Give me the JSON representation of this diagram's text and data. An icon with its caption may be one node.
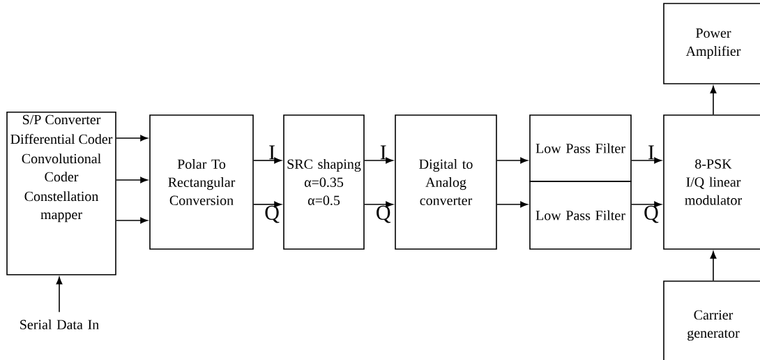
{
  "diagram": {
    "nodes": [
      {
        "text": [
          "S/P Converter",
          "Differential Coder",
          "Convolutional Coder",
          "Constellation mapper"
        ]
      },
      {
        "text": [
          "Serial Data In"
        ]
      },
      {
        "text": [
          "Polar To Rectangular Conversion"
        ]
      },
      {
        "text": [
          "SRC shaping α=0.35 α=0.5"
        ]
      },
      {
        "text": [
          "Digital to Analog converter"
        ]
      },
      {
        "text": [
          "Low Pass Filter"
        ]
      },
      {
        "text": [
          "Low Pass Filter"
        ]
      },
      {
        "text": [
          "8-PSK I/Q linear modulator"
        ]
      },
      {
        "text": [
          "Power Amplifier"
        ]
      },
      {
        "text": [
          "Carrier generator"
        ]
      }
    ],
    "edges": [
      {
        "from": 0,
        "to": 2,
        "arrow": "to"
      },
      {
        "from": 0,
        "to": 2,
        "arrow": "to"
      },
      {
        "from": 0,
        "to": 2,
        "arrow": "to"
      },
      {
        "from": 1,
        "to": 0,
        "arrow": "to"
      },
      {
        "from": 2,
        "to": 3,
        "arrow": "to",
        "label": "I"
      },
      {
        "from": 2,
        "to": 3,
        "arrow": "to",
        "label": "Q"
      },
      {
        "from": 3,
        "to": 4,
        "arrow": "to",
        "label": "I"
      },
      {
        "from": 3,
        "to": 4,
        "arrow": "to",
        "label": "Q"
      },
      {
        "from": 4,
        "to": 5,
        "arrow": "to"
      },
      {
        "from": 4,
        "to": 6,
        "arrow": "to"
      },
      {
        "from": 5,
        "to": 7,
        "arrow": "to",
        "label": "I"
      },
      {
        "from": 6,
        "to": 7,
        "arrow": "to",
        "label": "Q"
      },
      {
        "from": 7,
        "to": 8,
        "arrow": "to"
      },
      {
        "from": 9,
        "to": 7,
        "arrow": "to"
      }
    ]
  }
}
